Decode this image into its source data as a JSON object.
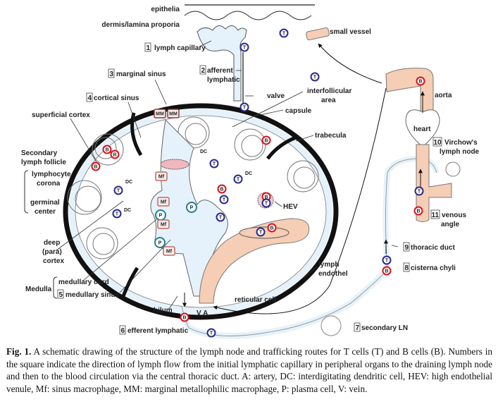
{
  "labels": {
    "epithelia": "epithelia",
    "dermis": "dermis/lamina proporia",
    "lymph_capillary": "lymph capillary",
    "afferent_1": "afferent",
    "afferent_2": "lymphatic",
    "marginal_sinus": "marginal sinus",
    "cortical_sinus": "cortical sinus",
    "superficial_cortex": "superficial cortex",
    "follicle_1": "Secondary",
    "follicle_2": "lymph follicle",
    "corona_1": "lymphocyte",
    "corona_2": "corona",
    "germinal_1": "germinal",
    "germinal_2": "center",
    "deep_1": "deep",
    "deep_2": "(para)",
    "deep_3": "cortex",
    "medulla": "Medulla",
    "medullary_cord": "medullary cord",
    "medullary_sinus": "medullary sinus",
    "hilum": "hilum",
    "va": "V A",
    "efferent": "efferent lymphatic",
    "reticular_cell": "reticular cell",
    "valve": "valve",
    "interfollicular_1": "interfollicular",
    "interfollicular_2": "area",
    "capsule": "capsule",
    "trabecula": "trabecula",
    "hev": "HEV",
    "endothel_1": "lymph",
    "endothel_2": "endothel",
    "small_vessel": "small vessel",
    "aorta": "aorta",
    "heart": "heart",
    "virchow_1": "Virchow's",
    "virchow_2": "lymph node",
    "venous_1": "venous",
    "venous_2": "angle",
    "thoracic_duct": "thoracic duct",
    "cisterna": "cisterna chyli",
    "secondary_ln": "secondary LN"
  },
  "step_numbers": {
    "s1": "1",
    "s2": "2",
    "s3": "3",
    "s4": "4",
    "s5": "5",
    "s6": "6",
    "s7": "7",
    "s8": "8",
    "s9": "9",
    "s10": "10",
    "s11": "11"
  },
  "cell_letters": {
    "T": "T",
    "B": "B",
    "P": "P",
    "DC": "DC",
    "Mf": "Mf",
    "MM": "MM"
  },
  "colors": {
    "t_cell": "#2a2a8c",
    "b_cell": "#d8121c",
    "plasma_cell": "#1f7f95",
    "lymph": "#e6f2fb",
    "blood": "#f6cdb5",
    "capsule": "#111111",
    "mm": "#8a3a3a"
  },
  "caption": {
    "fig_label": "Fig. 1.",
    "text": "A schematic drawing of the structure of the lymph node and trafficking routes for T cells (T) and B cells (B). Numbers in the square indicate the direction of lymph flow from the initial lymphatic capillary in peripheral organs to the draining lymph node and then to the blood circulation via the central thoracic duct. A: artery, DC: interdigitating dendritic cell, HEV: high endothelial venule, Mf: sinus macrophage, MM: marginal metallophilic macrophage, P: plasma cell, V: vein."
  }
}
